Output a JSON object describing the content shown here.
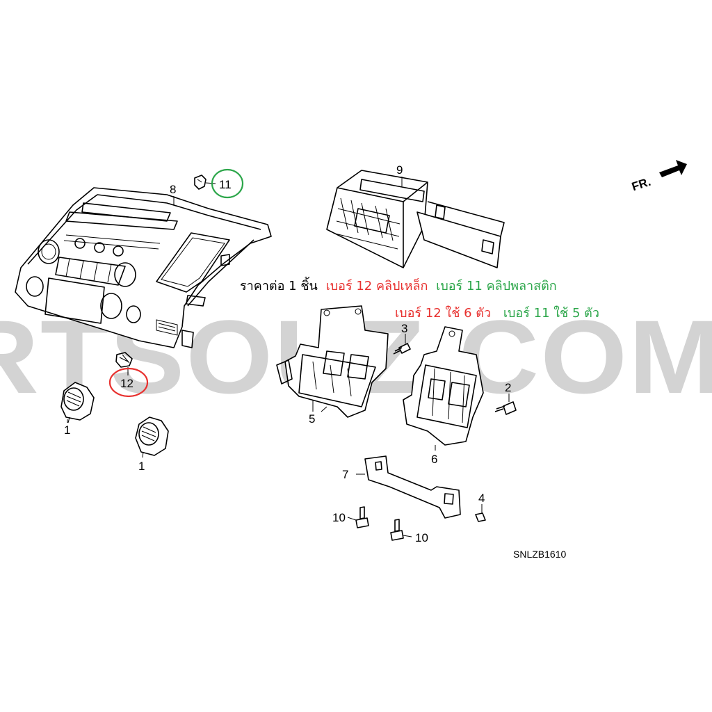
{
  "watermark": "RTSOUZ.COM",
  "direction_label": "FR.",
  "diagram_code": "SNLZB1610",
  "callouts": {
    "c1a": "1",
    "c1b": "1",
    "c2": "2",
    "c3": "3",
    "c4": "4",
    "c5": "5",
    "c6": "6",
    "c7": "7",
    "c8": "8",
    "c9": "9",
    "c10a": "10",
    "c10b": "10",
    "c11": "11",
    "c12": "12"
  },
  "note": {
    "line1": {
      "prefix": "ราคาต่อ 1 ชิ้น",
      "part12": "เบอร์ 12 คลิปเหล็ก",
      "part11": "เบอร์ 11 คลิปพลาสติก"
    },
    "line2": {
      "part12": "เบอร์ 12 ใช้ 6 ตัว",
      "part11": "เบอร์ 11 ใช้ 5 ตัว"
    }
  },
  "colors": {
    "highlight_12": "#e8312f",
    "highlight_11": "#2ca64a",
    "watermark": "#d3d3d3"
  }
}
